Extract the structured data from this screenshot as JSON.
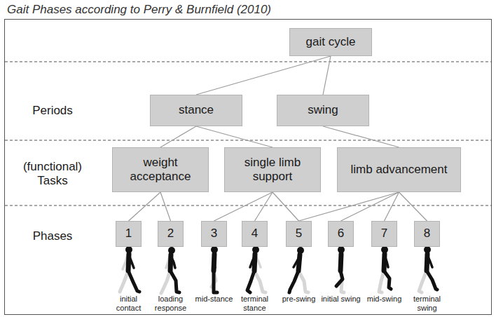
{
  "diagram": {
    "title": "Gait Phases according to Perry & Burnfield (2010)",
    "nodes": [
      {
        "text": [
          "gait cycle"
        ]
      },
      {
        "text": [
          "stance"
        ]
      },
      {
        "text": [
          "swing"
        ]
      },
      {
        "text": [
          "weight acceptance"
        ]
      },
      {
        "text": [
          "single limb support"
        ]
      },
      {
        "text": [
          "limb advancement"
        ]
      },
      {
        "text": [
          "1"
        ]
      },
      {
        "text": [
          "2"
        ]
      },
      {
        "text": [
          "3"
        ]
      },
      {
        "text": [
          "4"
        ]
      },
      {
        "text": [
          "5"
        ]
      },
      {
        "text": [
          "6"
        ]
      },
      {
        "text": [
          "7"
        ]
      },
      {
        "text": [
          "8"
        ]
      }
    ],
    "edges": [
      {
        "from": 0,
        "to": 1,
        "arrow": "none"
      },
      {
        "from": 0,
        "to": 2,
        "arrow": "none"
      },
      {
        "from": 1,
        "to": 3,
        "arrow": "none"
      },
      {
        "from": 1,
        "to": 4,
        "arrow": "none"
      },
      {
        "from": 2,
        "to": 5,
        "arrow": "none"
      },
      {
        "from": 3,
        "to": 6,
        "arrow": "none"
      },
      {
        "from": 3,
        "to": 7,
        "arrow": "none"
      },
      {
        "from": 4,
        "to": 8,
        "arrow": "none"
      },
      {
        "from": 4,
        "to": 9,
        "arrow": "none"
      },
      {
        "from": 4,
        "to": 10,
        "arrow": "none"
      },
      {
        "from": 5,
        "to": 10,
        "arrow": "none"
      },
      {
        "from": 5,
        "to": 11,
        "arrow": "none"
      },
      {
        "from": 5,
        "to": 12,
        "arrow": "none"
      },
      {
        "from": 5,
        "to": 13,
        "arrow": "none"
      }
    ],
    "labels": [
      "Periods",
      "(functional) Tasks",
      "Phases",
      "initial contact",
      "loading response",
      "mid-stance",
      "terminal stance",
      "pre-swing",
      "initial swing",
      "mid-swing",
      "terminal swing"
    ]
  }
}
